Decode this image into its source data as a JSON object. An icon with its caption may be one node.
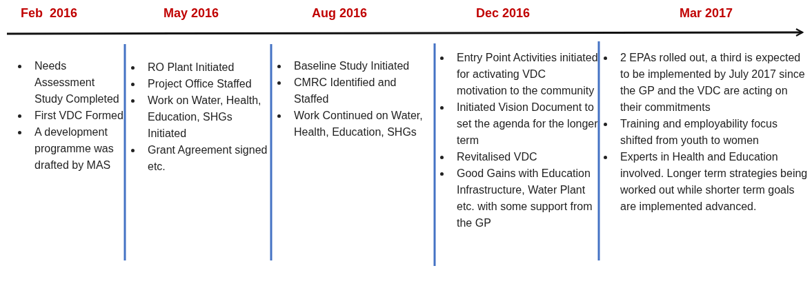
{
  "diagram": {
    "labels": [
      "Feb  2016",
      "Needs Assessment Study Completed",
      "First VDC Formed",
      "A development programme was drafted by MAS",
      "May 2016",
      "RO Plant Initiated",
      "Project Office Staffed",
      "Work on Water, Health, Education, SHGs Initiated",
      "Grant Agreement signed etc.",
      "Aug 2016",
      "Baseline Study Initiated",
      "CMRC Identified and Staffed",
      "Work Continued on Water, Health, Education, SHGs",
      "Dec 2016",
      "Entry Point Activities initiated for activating VDC motivation to the community",
      "Initiated Vision Document to set the agenda for the longer term",
      "Revitalised VDC",
      "Good Gains with Education Infrastructure, Water Plant etc. with some support from the GP",
      "Mar 2017",
      "2 EPAs rolled out, a third is expected to be implemented by July 2017  since the GP and the VDC are acting on their commitments",
      "Training and employability focus shifted from youth to women",
      "Experts in Health and Education involved. Longer term strategies being worked out while shorter term goals are implemented advanced."
    ]
  }
}
